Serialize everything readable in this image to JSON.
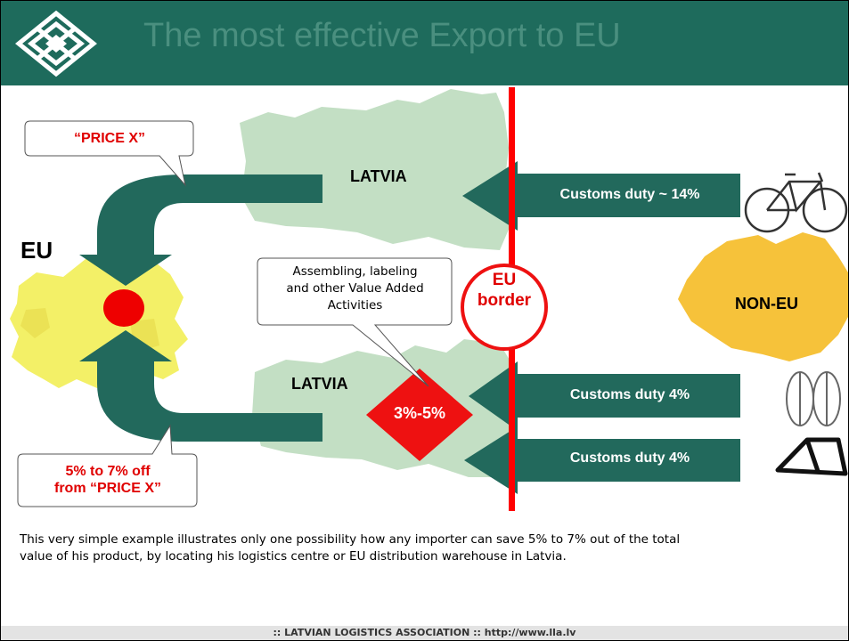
{
  "title": "The most effective Export to EU",
  "labels": {
    "eu": "EU",
    "latvia_top": "LATVIA",
    "latvia_bottom": "LATVIA",
    "non_eu": "NON-EU",
    "eu_border_line1": "EU",
    "eu_border_line2": "border",
    "vas_percent": "3%-5%"
  },
  "arrows": {
    "top": "Customs duty ~ 14%",
    "middle": "Customs duty 4%",
    "bottom": "Customs duty 4%"
  },
  "callouts": {
    "price": "“PRICE X”",
    "savings_line1": "5% to 7% off",
    "savings_line2": "from “PRICE X”",
    "vas_line1": "Assembling, labeling",
    "vas_line2": "and other Value Added",
    "vas_line3": "Activities"
  },
  "description": "This very simple example illustrates only one possibility how any importer can save 5% to 7% out of the total value of his product, by locating his logistics centre or EU distribution warehouse in Latvia.",
  "footer": ":: LATVIAN LOGISTICS ASSOCIATION :: http://www.lla.lv",
  "colors": {
    "header": "#1e6b5c",
    "arrow": "#22695c",
    "border_line": "#ff0000",
    "latvia_map": "#c3dfc4",
    "eu_map": "#f3f067",
    "non_eu_map": "#f6c23a",
    "diamond": "#ee1111",
    "callout_text": "#e00000"
  }
}
